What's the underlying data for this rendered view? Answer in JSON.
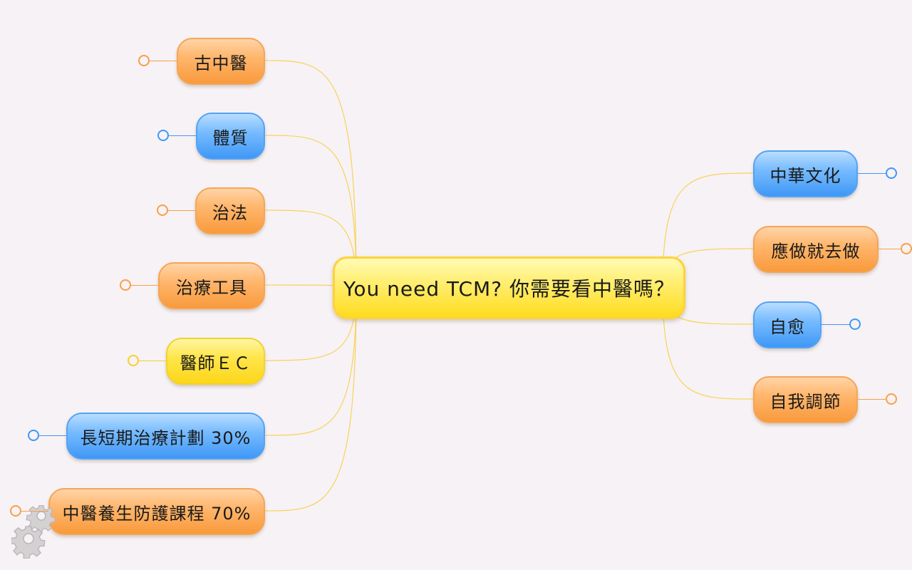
{
  "root": {
    "label": "You need TCM? 你需要看中醫嗎？"
  },
  "left_topics": [
    {
      "label": "古中醫",
      "color": "orange"
    },
    {
      "label": "體質",
      "color": "blue"
    },
    {
      "label": "治法",
      "color": "orange"
    },
    {
      "label": "治療工具",
      "color": "orange"
    },
    {
      "label": "醫師ＥＣ",
      "color": "yellow"
    },
    {
      "label": "長短期治療計劃 30%",
      "color": "blue"
    },
    {
      "label": "中醫養生防護課程 70%",
      "color": "orange"
    }
  ],
  "right_topics": [
    {
      "label": "中華文化",
      "color": "blue"
    },
    {
      "label": "應做就去做",
      "color": "orange"
    },
    {
      "label": "自愈",
      "color": "blue"
    },
    {
      "label": "自我調節",
      "color": "orange"
    }
  ],
  "colors": {
    "orange": "#f7a048",
    "blue": "#3f98f6",
    "yellow": "#f5d127",
    "link": "#f7d35a",
    "background": "#f7f2f5"
  },
  "icons": {
    "settings": "gear-icon"
  }
}
